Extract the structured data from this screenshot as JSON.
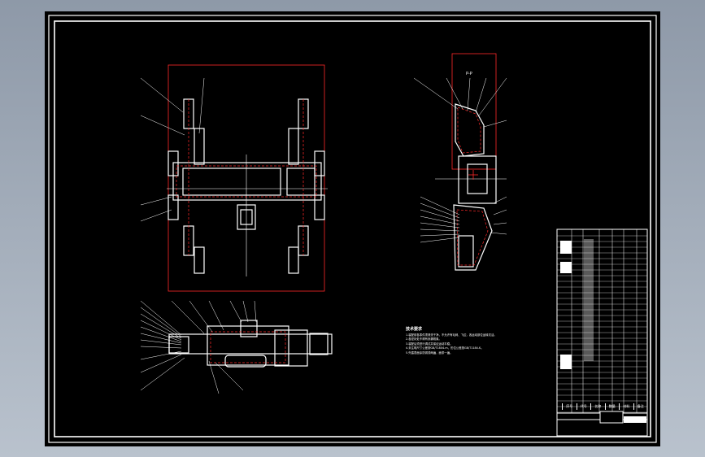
{
  "drawing": {
    "title": "",
    "colors": {
      "paper": "#000000",
      "line": "#ffffff",
      "boundary": "#ff2a2a",
      "outer_bg": "#9aa4b2"
    }
  },
  "views": [
    {
      "id": "top-view",
      "label": ""
    },
    {
      "id": "side-view",
      "label": "P-P"
    },
    {
      "id": "front-view",
      "label": ""
    }
  ],
  "tech_notes": {
    "heading": "技术要求",
    "lines": [
      "1.装配前各零件须清洗干净，不允许有毛刺、飞边，各运动部位运转灵活。",
      "2.各密封处不得有渗漏现象。",
      "3.装配后须进行调试并保证运动平稳。",
      "4.未注明尺寸公差按GB/T1804-m，形位公差按GB/T1184-K。",
      "5.外露表面涂防锈漆两遍，面漆一遍。"
    ]
  },
  "title_block": {
    "bottom_labels": [
      "序号",
      "代号",
      "名称",
      "数量",
      "材料",
      "备注"
    ],
    "drawing_name": "",
    "drawing_number": ""
  }
}
